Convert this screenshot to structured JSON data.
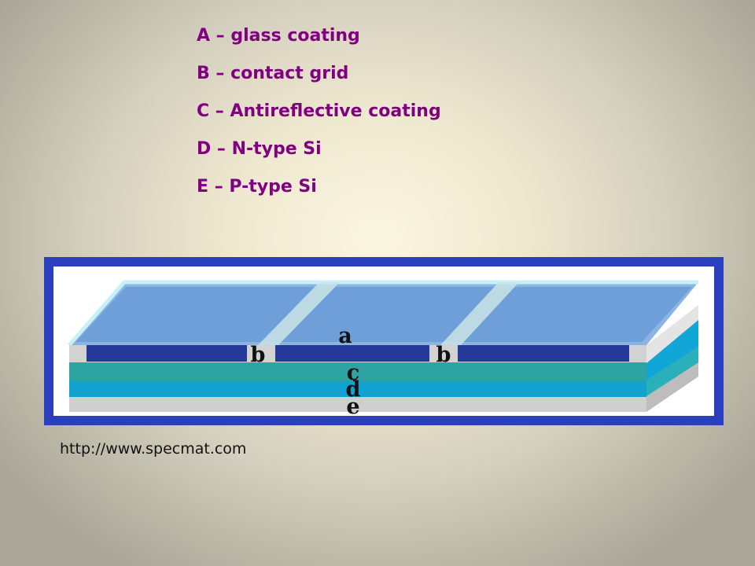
{
  "legend": {
    "items": [
      "A – glass coating",
      "B – contact grid",
      "C – Antireflective coating",
      "D – N-type Si",
      "E – P-type Si"
    ]
  },
  "diagram": {
    "labels": {
      "a": "a",
      "b_left": "b",
      "b_right": "b",
      "c": "c",
      "d": "d",
      "e": "e"
    },
    "colors": {
      "frame": "#2a3fbd",
      "glass_top": "#6f9fd8",
      "glass_edge": "#c8f0f8",
      "contact_grid": "#c9e4e6",
      "antireflective": "#25399a",
      "n_type": "#2ea3a4",
      "p_type": "#12a2cf",
      "base": "#cfcfcf"
    }
  },
  "source": {
    "url": "http://www.specmat.com"
  }
}
